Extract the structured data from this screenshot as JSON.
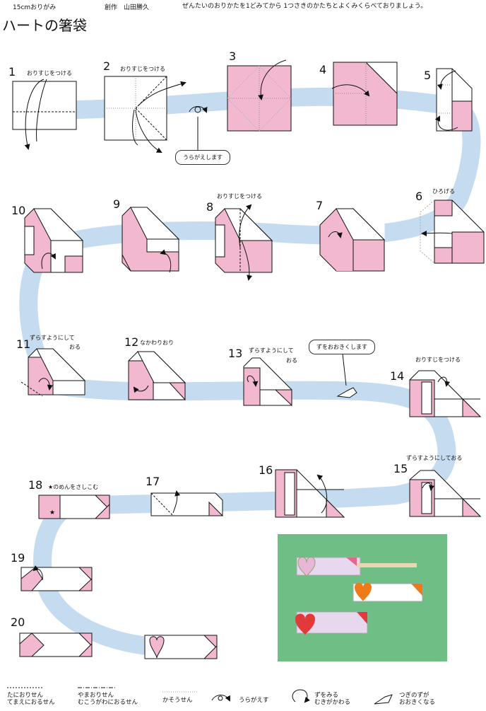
{
  "header": {
    "paper_size": "15cmおりがみ",
    "author_label": "創作　山田勝久",
    "instruction": "ぜんたいのおりかたを1どみてから 1つさきのかたちとよくみくらべておりましょう。",
    "title": "ハートの箸袋"
  },
  "steps": {
    "s1": {
      "num": "1",
      "note": "おりすじをつける"
    },
    "s2": {
      "num": "2",
      "note": "おりすじをつける"
    },
    "s3": {
      "num": "3"
    },
    "s4": {
      "num": "4"
    },
    "s5": {
      "num": "5"
    },
    "s6": {
      "num": "6",
      "note": "ひろげる"
    },
    "s7": {
      "num": "7"
    },
    "s8": {
      "num": "8",
      "note": "おりすじをつける"
    },
    "s9": {
      "num": "9"
    },
    "s10": {
      "num": "10"
    },
    "s11": {
      "num": "11",
      "note1": "ずらすようにして",
      "note2": "おる"
    },
    "s12": {
      "num": "12",
      "note": "なかわりおり"
    },
    "s13": {
      "num": "13",
      "note1": "ずらすようにして",
      "note2": "おる"
    },
    "s14": {
      "num": "14",
      "note": "おりすじをつける"
    },
    "s15": {
      "num": "15",
      "note": "ずらすようにしておる"
    },
    "s16": {
      "num": "16"
    },
    "s17": {
      "num": "17"
    },
    "s18": {
      "num": "18",
      "note": "★のめんをさしこむ"
    },
    "s19": {
      "num": "19"
    },
    "s20": {
      "num": "20"
    }
  },
  "bubbles": {
    "turn_over": "うらがえします",
    "enlarge": "ずをおおきくします"
  },
  "legend": {
    "valley_1": "たにおりせん",
    "valley_2": "てまえにおるせん",
    "mountain_1": "やまおりせん",
    "mountain_2": "むこうがわにおるせん",
    "crease": "かそうせん",
    "turn_over": "うらがえす",
    "view_1": "ずをみる",
    "view_2": "むきがかわる",
    "next_1": "つぎのずが",
    "next_2": "おおきくなる"
  },
  "colors": {
    "paper_pink": "#f2b8d0",
    "path_blue": "#c5dcf0",
    "photo_green": "#6fbe86"
  }
}
